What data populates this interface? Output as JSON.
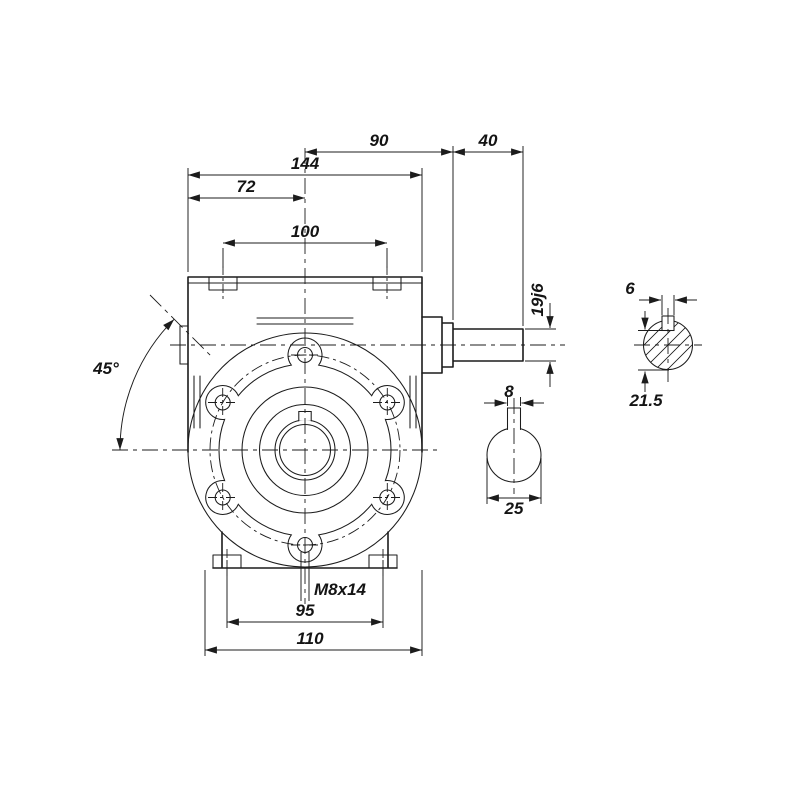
{
  "drawing": {
    "type": "technical-dimension-drawing",
    "subject": "worm-gearbox-front-view-with-shaft-details",
    "background_color": "#ffffff",
    "line_color": "#1c1c1c",
    "labels": {
      "dim_90": "90",
      "dim_40": "40",
      "dim_144": "144",
      "dim_72": "72",
      "dim_100": "100",
      "dim_45deg": "45°",
      "dim_19j6": "19j6",
      "dim_6": "6",
      "dim_21_5": "21.5",
      "dim_8": "8",
      "dim_25": "25",
      "dim_95": "95",
      "dim_110": "110",
      "thread_callout": "M8x14"
    }
  }
}
